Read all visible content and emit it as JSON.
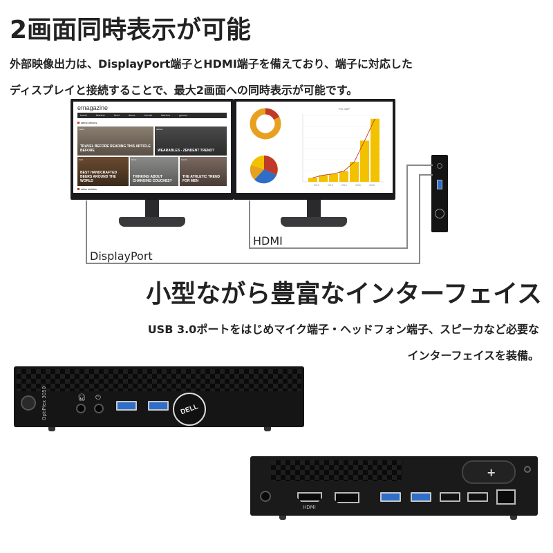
{
  "section1": {
    "title": "2画面同時表示が可能",
    "desc_line1": "外部映像出力は、DisplayPort端子とHDMI端子を備えており、端子に対応した",
    "desc_line2": "ディスプレイと接続することで、最大2画面への同時表示が可能です。"
  },
  "monitor_left": {
    "site_name": "emagazine",
    "nav": [
      "travel",
      "fashion",
      "food",
      "decor",
      "trends",
      "fashion",
      "games"
    ],
    "section_latest": "latest articles",
    "section_other": "other articles",
    "tiles": [
      {
        "tag": "travel",
        "caption": "TRAVEL BEFORE READING THIS ARTICLE BEFORE"
      },
      {
        "tag": "fashion",
        "caption": "WEARABLES - ZENDENT TREND?"
      },
      {
        "tag": "food",
        "caption": "BEST HANDCRAFTED BEERS AROUND THE WORLD"
      },
      {
        "tag": "decor",
        "caption": "THINKING ABOUT CHANGING COUCHES?"
      },
      {
        "tag": "trends",
        "caption": "THE ATHLETIC TREND FOR MEN"
      }
    ]
  },
  "monitor_right": {
    "chart_title": "Per GDP",
    "x_labels": [
      "2010",
      "2012",
      "2014",
      "2016",
      "2018"
    ]
  },
  "ports": {
    "displayport_label": "DisplayPort",
    "hdmi_label": "HDMI"
  },
  "section2": {
    "title": "小型ながら豊富なインターフェイス",
    "desc_line1": "USB 3.0ポートをはじめマイク端子・ヘッドフォン端子、スピーカなど必要な",
    "desc_line2": "インターフェイスを装備。"
  },
  "pc_front": {
    "model_label": "OptiPlex 3050",
    "brand": "DELL"
  },
  "pc_rear": {
    "hdmi_port_label": "HDMI"
  },
  "colors": {
    "chart_bar": "#f2c200",
    "chart_line": "#c0392b",
    "pie_orange": "#e8a020",
    "pie_red": "#c0392b",
    "pie_blue": "#2f6ec8",
    "usb3_blue": "#2f6ec8"
  }
}
